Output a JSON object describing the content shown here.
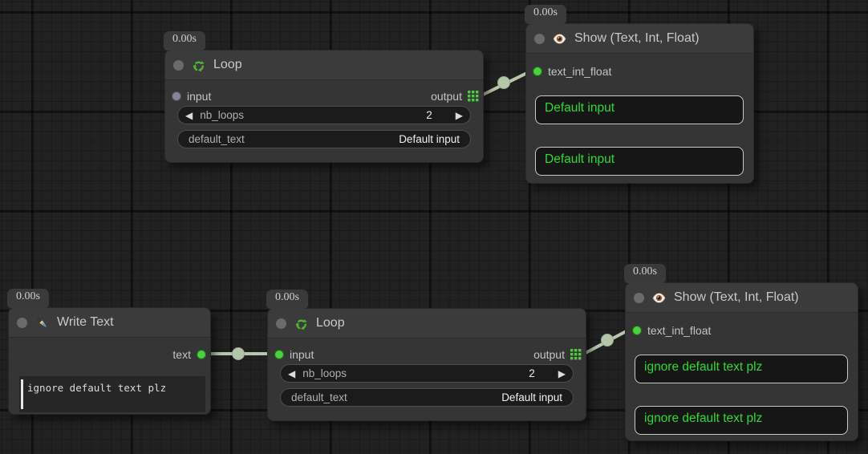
{
  "canvas": {
    "background": "#212121"
  },
  "colors": {
    "node_body": "#353535",
    "node_header": "#3b3b3b",
    "value_text_green": "#2edb2e",
    "slot_connected_green": "#4ad13f",
    "slot_unconnected_gray": "#85859a",
    "wire_sage": "#b6c7ab",
    "output_grid_green": "#4ecb43",
    "recycle_green": "#4db535"
  },
  "icons": {
    "left_arrow": "◀",
    "right_arrow": "▶"
  },
  "nodes": [
    {
      "id": "loop-top",
      "timer": "0.00s",
      "title": "Loop",
      "inputs": [
        {
          "label": "input",
          "connected": false
        }
      ],
      "outputs": [
        {
          "label": "output"
        }
      ],
      "widgets": [
        {
          "type": "stepper",
          "label": "nb_loops",
          "value": "2"
        },
        {
          "type": "field",
          "label": "default_text",
          "value": "Default input"
        }
      ]
    },
    {
      "id": "show-top",
      "timer": "0.00s",
      "title": "Show (Text, Int, Float)",
      "inputs": [
        {
          "label": "text_int_float",
          "connected": true
        }
      ],
      "boxes": [
        "Default input",
        "Default input"
      ]
    },
    {
      "id": "write-text",
      "timer": "0.00s",
      "title": "Write Text",
      "outputs": [
        {
          "label": "text"
        }
      ],
      "textarea": "ignore default text plz"
    },
    {
      "id": "loop-bottom",
      "timer": "0.00s",
      "title": "Loop",
      "inputs": [
        {
          "label": "input",
          "connected": true
        }
      ],
      "outputs": [
        {
          "label": "output"
        }
      ],
      "widgets": [
        {
          "type": "stepper",
          "label": "nb_loops",
          "value": "2"
        },
        {
          "type": "field",
          "label": "default_text",
          "value": "Default input"
        }
      ]
    },
    {
      "id": "show-bottom",
      "timer": "0.00s",
      "title": "Show (Text, Int, Float)",
      "inputs": [
        {
          "label": "text_int_float",
          "connected": true
        }
      ],
      "boxes": [
        "ignore default text plz",
        "ignore default text plz"
      ]
    }
  ]
}
